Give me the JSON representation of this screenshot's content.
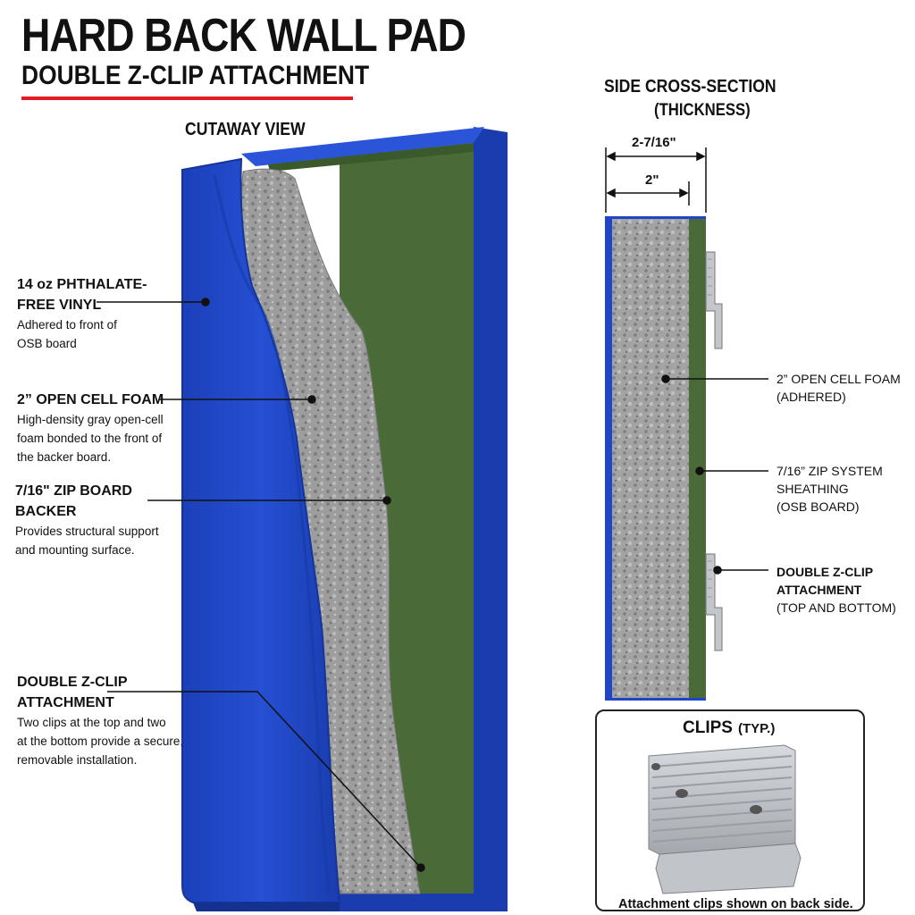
{
  "header": {
    "title": "HARD BACK WALL PAD",
    "subtitle": "DOUBLE Z-CLIP ATTACHMENT"
  },
  "cutaway": {
    "title": "CUTAWAY VIEW",
    "labels": [
      {
        "head": [
          "14 oz PHTHALATE-",
          "FREE VINYL"
        ],
        "desc": [
          "Adhered to front of",
          "OSB board"
        ]
      },
      {
        "head": [
          "2” OPEN CELL FOAM"
        ],
        "desc": [
          "High-density gray open-cell",
          "foam bonded to the front of",
          "the backer board."
        ]
      },
      {
        "head": [
          "7/16\" ZIP BOARD",
          "BACKER"
        ],
        "desc": [
          "Provides structural support",
          "and mounting surface."
        ]
      },
      {
        "head": [
          "DOUBLE Z-CLIP",
          "ATTACHMENT"
        ],
        "desc": [
          "Two clips at the top and two",
          "at the bottom provide a secure,",
          "removable installation."
        ]
      }
    ]
  },
  "side_section": {
    "title": "SIDE CROSS-SECTION",
    "subtitle": "(THICKNESS)",
    "dim_outer": "2-7/16\"",
    "dim_inner": "2\"",
    "labels": [
      {
        "lines": [
          "2” OPEN CELL FOAM",
          "(ADHERED)"
        ],
        "bold_lines": 0
      },
      {
        "lines": [
          "7/16” ZIP SYSTEM",
          "SHEATHING",
          "(OSB BOARD)"
        ],
        "bold_lines": 0
      },
      {
        "lines": [
          "DOUBLE Z-CLIP",
          "ATTACHMENT",
          "(TOP AND BOTTOM)"
        ],
        "bold_lines": 2
      }
    ]
  },
  "clips_panel": {
    "title": "CLIPS",
    "typ": "(TYP.)",
    "caption": "Attachment clips shown on back side."
  },
  "colors": {
    "vinyl_blue": "#1f46c8",
    "zip_green": "#4a6b38",
    "foam_gray": "#9a9a9a",
    "accent_red": "#e31b23"
  }
}
